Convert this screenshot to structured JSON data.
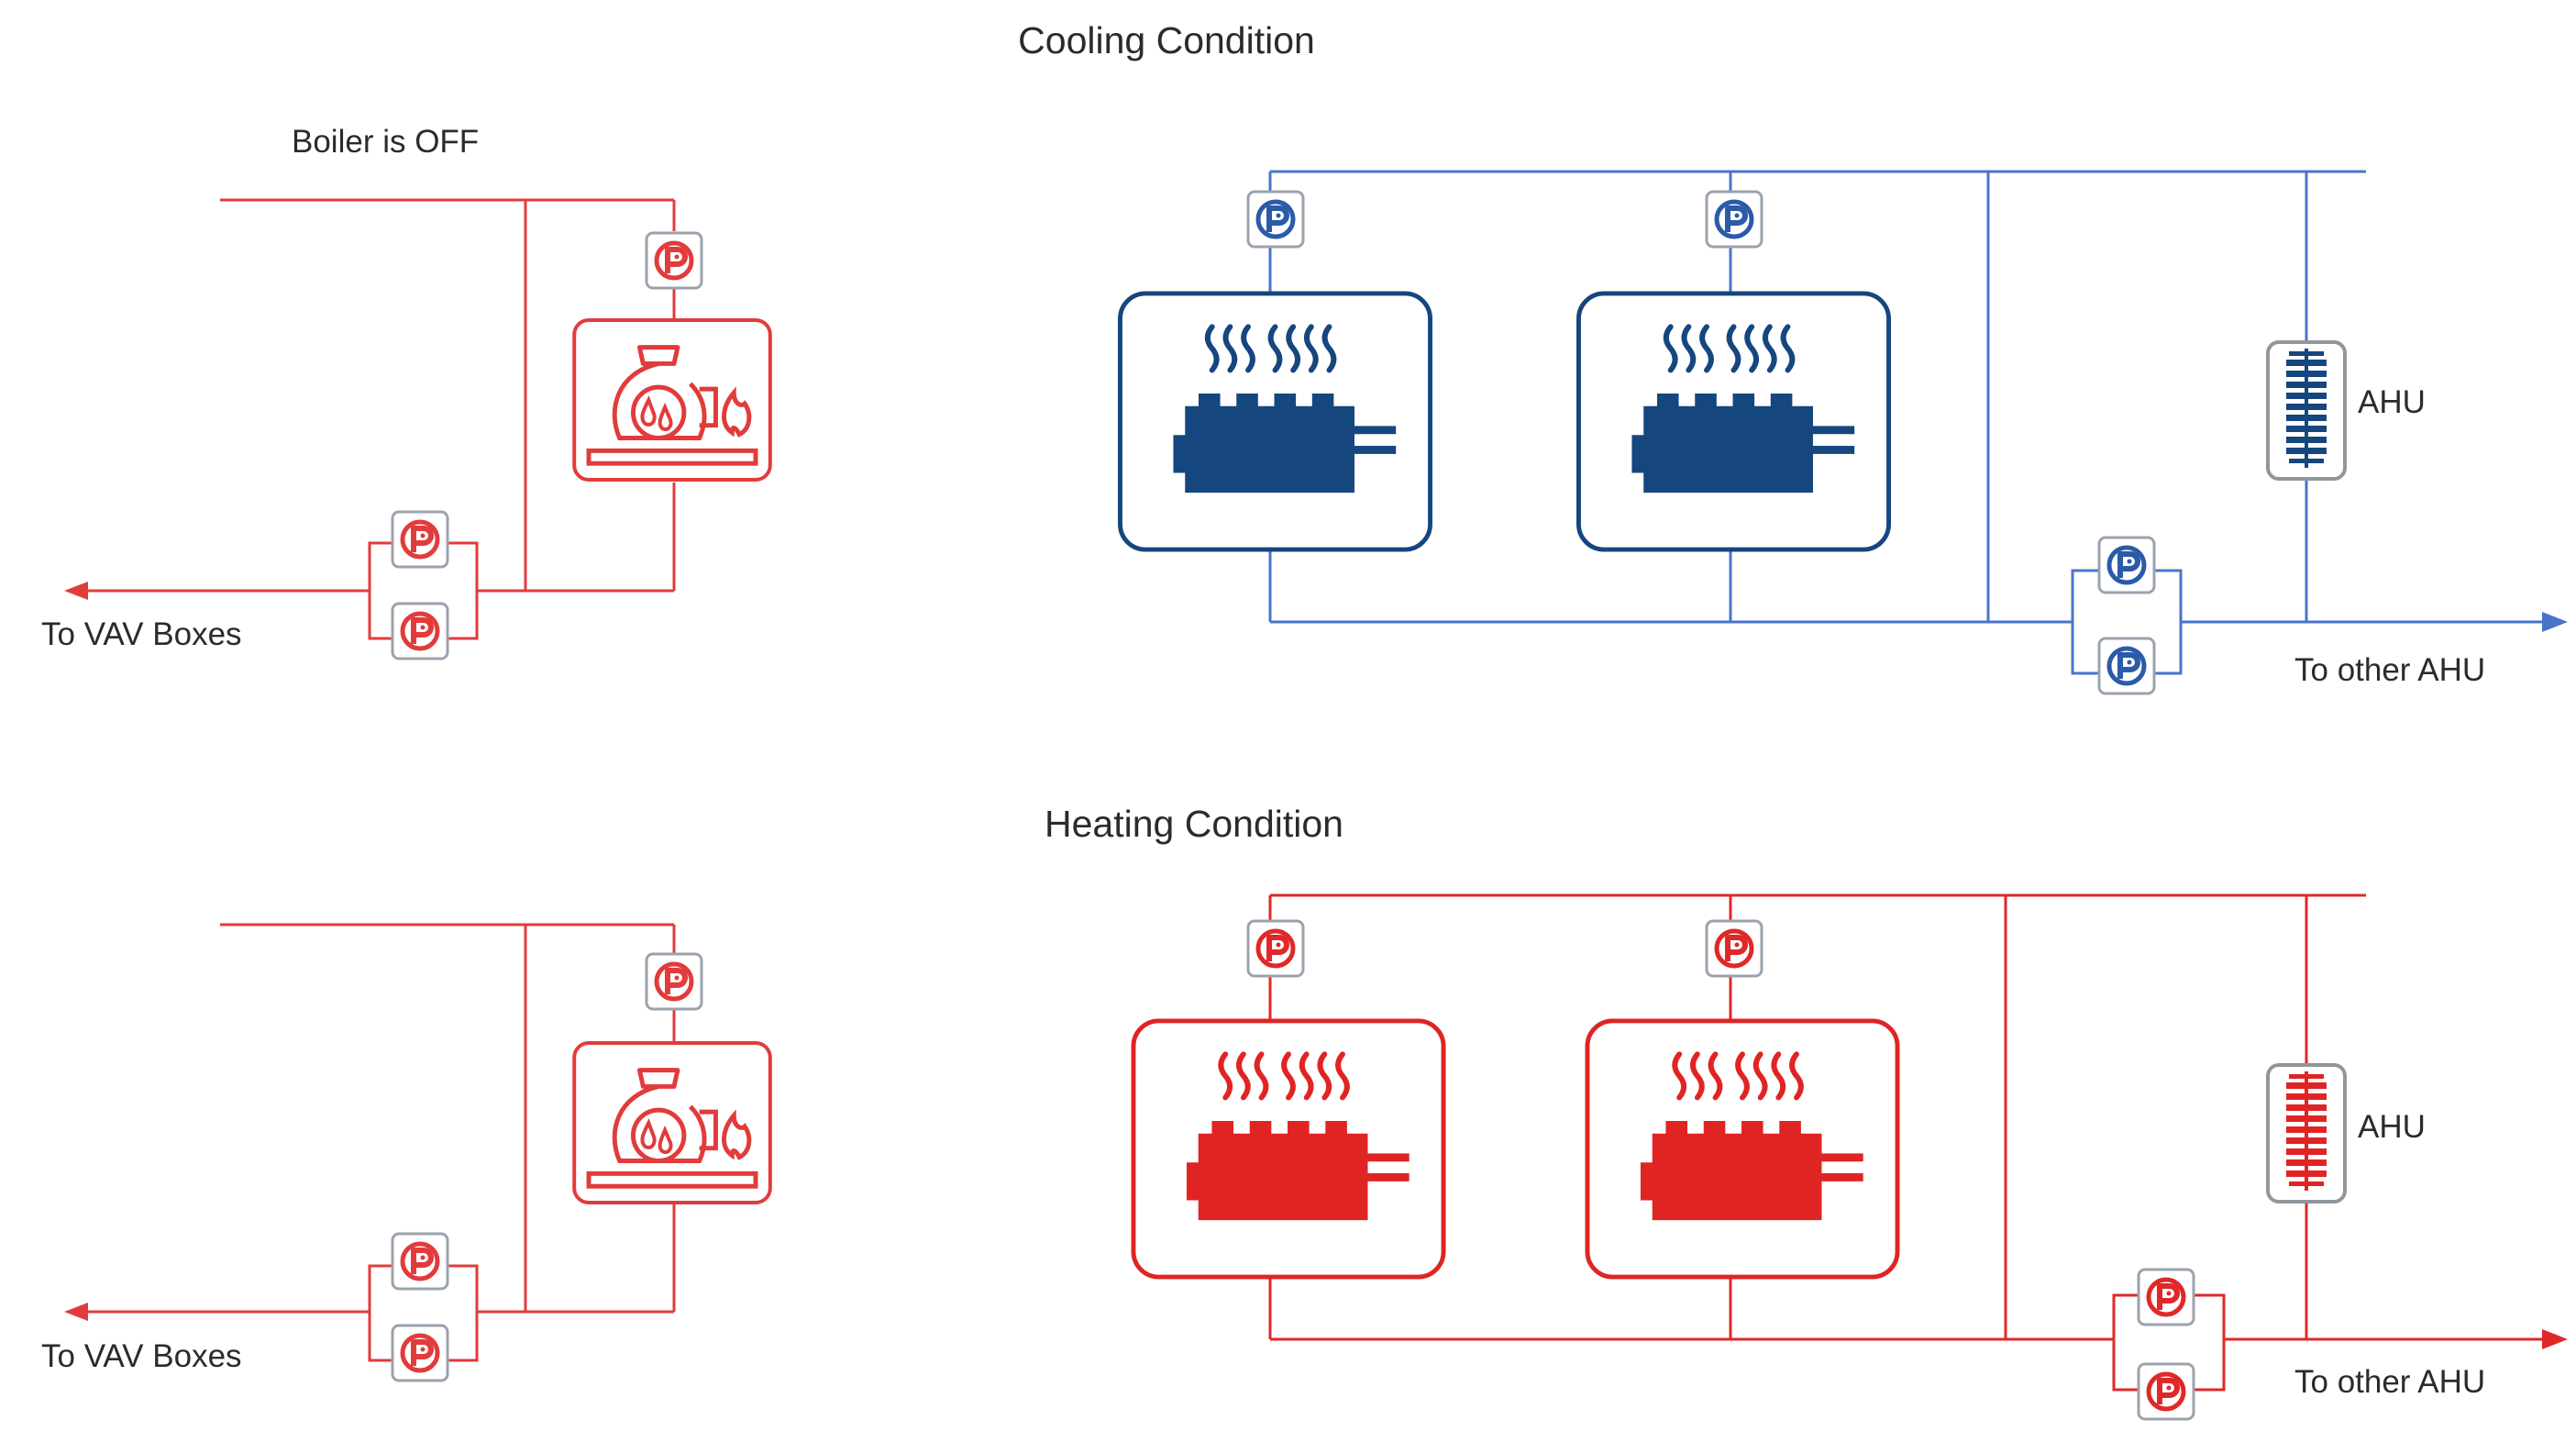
{
  "cooling": {
    "title": "Cooling Condition",
    "boiler_status": "Boiler is OFF",
    "vav_label": "To VAV Boxes",
    "ahu_label": "AHU",
    "other_ahu_label": "To other AHU",
    "pipe_color": "#4a74c9",
    "equipment_color": "#16467e",
    "boiler_color": "#e23b3b"
  },
  "heating": {
    "title": "Heating Condition",
    "vav_label": "To VAV Boxes",
    "ahu_label": "AHU",
    "other_ahu_label": "To other AHU",
    "pipe_color": "#e02828",
    "equipment_color": "#e02424",
    "boiler_color": "#e23b3b"
  },
  "icons": {
    "pump": "pump-icon",
    "boiler": "boiler-icon",
    "chiller": "chiller-icon",
    "ahu": "ahu-coil-icon",
    "arrow": "flow-arrow-icon"
  }
}
